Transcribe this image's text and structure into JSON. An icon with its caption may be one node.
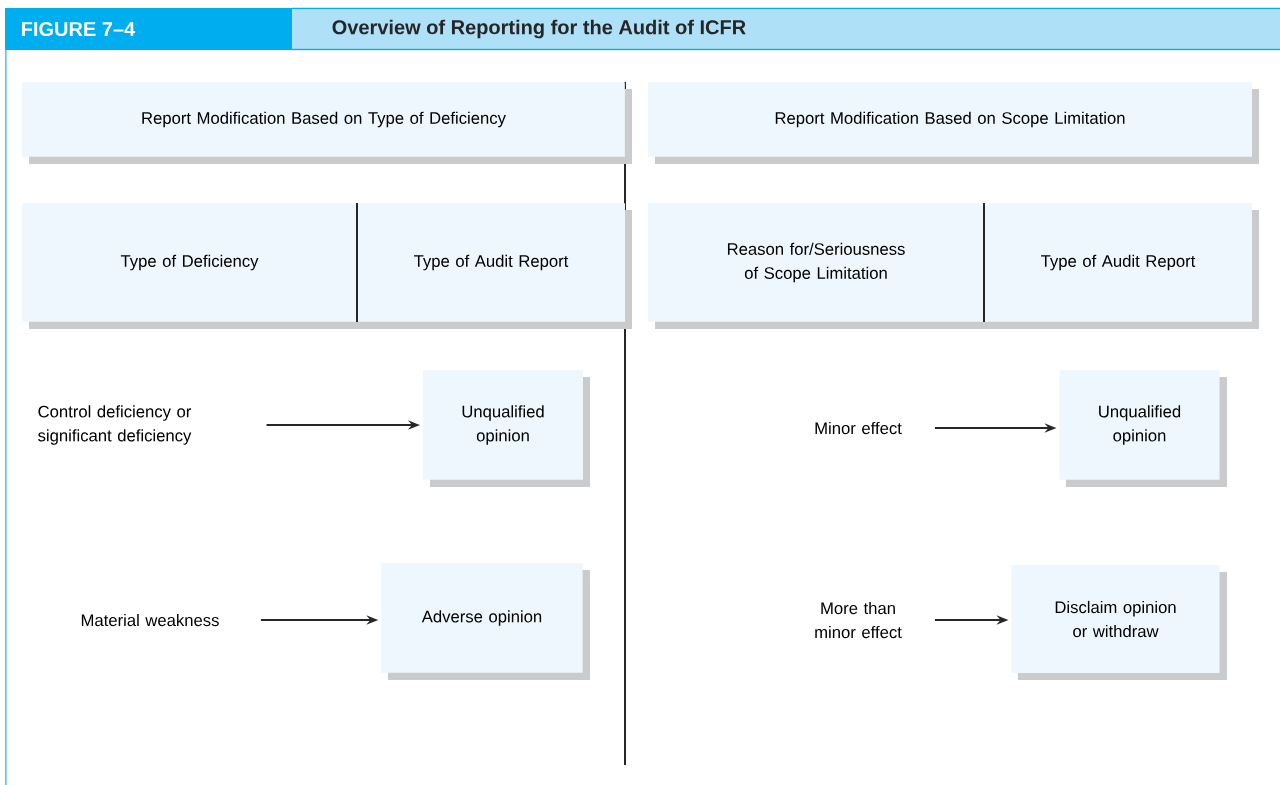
{
  "diagram": {
    "title": "Overview of Reporting for the Audit of ICFR",
    "nodes": [
      {
        "text": [
          "Report Modification Based on Type of Deficiency"
        ]
      },
      {
        "text": [
          "Report Modification Based on Scope Limitation"
        ]
      },
      {
        "text": [
          "Type of Deficiency"
        ]
      },
      {
        "text": [
          "Type of Audit Report"
        ]
      },
      {
        "text": [
          "Reason for/Seriousness of Scope Limitation"
        ]
      },
      {
        "text": [
          "Type of Audit Report"
        ]
      },
      {
        "text": [
          "Control deficiency or significant deficiency"
        ]
      },
      {
        "text": [
          "Unqualified opinion"
        ]
      },
      {
        "text": [
          "Material weakness"
        ]
      },
      {
        "text": [
          "Adverse opinion"
        ]
      },
      {
        "text": [
          "Minor effect"
        ]
      },
      {
        "text": [
          "Unqualified opinion"
        ]
      },
      {
        "text": [
          "More than minor effect"
        ]
      },
      {
        "text": [
          "Disclaim opinion or withdraw"
        ]
      }
    ],
    "edges": [
      {
        "from": 6,
        "to": 7,
        "arrow": "to"
      },
      {
        "from": 8,
        "to": 9,
        "arrow": "to"
      },
      {
        "from": 10,
        "to": 11,
        "arrow": "to"
      },
      {
        "from": 12,
        "to": 13,
        "arrow": "to"
      }
    ],
    "labels": [
      "FIGURE 7–4"
    ]
  }
}
